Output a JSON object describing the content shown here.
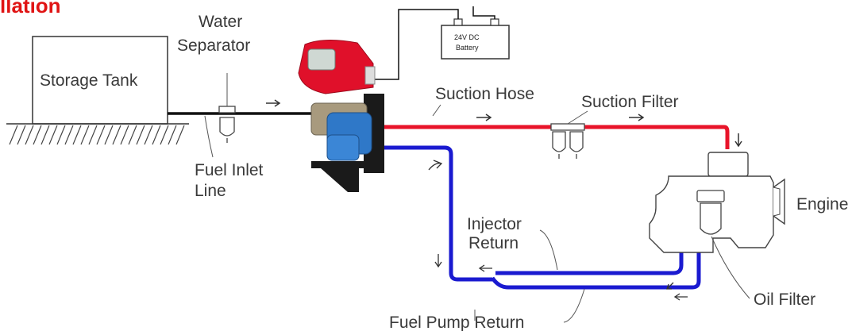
{
  "title": "llation",
  "labels": {
    "storage_tank": "Storage Tank",
    "water_separator_line1": "Water",
    "water_separator_line2": "Separator",
    "fuel_inlet_line1": "Fuel Inlet",
    "fuel_inlet_line2": "Line",
    "battery_line1": "24V DC",
    "battery_line2": "Battery",
    "suction_hose": "Suction Hose",
    "suction_filter": "Suction Filter",
    "engine": "Engine",
    "injector_return_line1": "Injector",
    "injector_return_line2": "Return",
    "oil_filter": "Oil Filter",
    "fuel_pump_return": "Fuel Pump Return"
  },
  "colors": {
    "title": "#e01414",
    "suction_line": "#e8142a",
    "return_line": "#1a1ad0",
    "meter_body": "#e0102a",
    "meter_base": "#2f78c8",
    "inlet_line": "#111111"
  }
}
